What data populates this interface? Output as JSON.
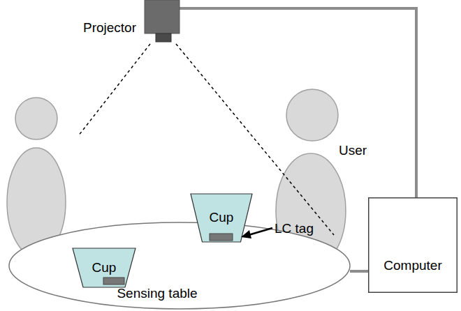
{
  "diagram": {
    "nodes": [
      {
        "text": [
          "Projector"
        ]
      },
      {
        "text": [
          "Sensing table"
        ]
      },
      {
        "text": [
          "Cup"
        ],
        "in": 1
      },
      {
        "text": [
          "Cup"
        ],
        "in": 1
      },
      {
        "text": [
          "Computer"
        ]
      }
    ],
    "edges": [
      {
        "from": 0,
        "to": 4,
        "arrow": "none"
      },
      {
        "from": 1,
        "to": 4,
        "arrow": "none"
      }
    ],
    "labels": [
      "User",
      "LC tag"
    ]
  }
}
